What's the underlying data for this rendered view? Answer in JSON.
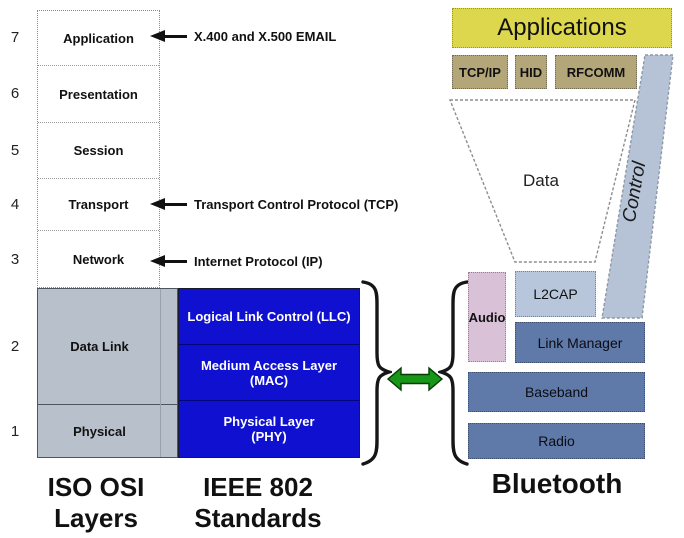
{
  "osi": {
    "caption_line1": "ISO OSI",
    "caption_line2": "Layers",
    "layers": [
      {
        "num": "7",
        "label": "Application"
      },
      {
        "num": "6",
        "label": "Presentation"
      },
      {
        "num": "5",
        "label": "Session"
      },
      {
        "num": "4",
        "label": "Transport"
      },
      {
        "num": "3",
        "label": "Network"
      },
      {
        "num": "2",
        "label": "Data Link"
      },
      {
        "num": "1",
        "label": "Physical"
      }
    ]
  },
  "annotations": [
    {
      "text": "X.400 and X.500 EMAIL"
    },
    {
      "text": "Transport Control Protocol (TCP)"
    },
    {
      "text": "Internet Protocol (IP)"
    }
  ],
  "ieee": {
    "caption_line1": "IEEE 802",
    "caption_line2": "Standards",
    "blocks": {
      "llc": {
        "line1": "Logical Link Control (LLC)",
        "line2": ""
      },
      "mac": {
        "line1": "Medium Access Layer",
        "line2": "(MAC)"
      },
      "phy": {
        "line1": "Physical Layer",
        "line2": "(PHY)"
      }
    }
  },
  "bluetooth": {
    "caption": "Bluetooth",
    "applications_label": "Applications",
    "protocols": [
      "TCP/IP",
      "HID",
      "RFCOMM"
    ],
    "funnel_label": "Data",
    "control_label": "Control",
    "audio_label": "Audio",
    "l2cap_label": "L2CAP",
    "link_manager_label": "Link Manager",
    "baseband_label": "Baseband",
    "radio_label": "Radio"
  },
  "colors": {
    "ieee_blue": "#0f10d0",
    "osi_gray": "#b8c0cc",
    "applications_yellow": "#dcd74d",
    "protocol_tan": "#b3a678",
    "control_bar": "#b6c3d7",
    "audio_pink": "#d9c2d8",
    "l2cap_blue": "#b7c6da",
    "stack_blue": "#5f7aa8",
    "arrow_green": "#189618"
  }
}
